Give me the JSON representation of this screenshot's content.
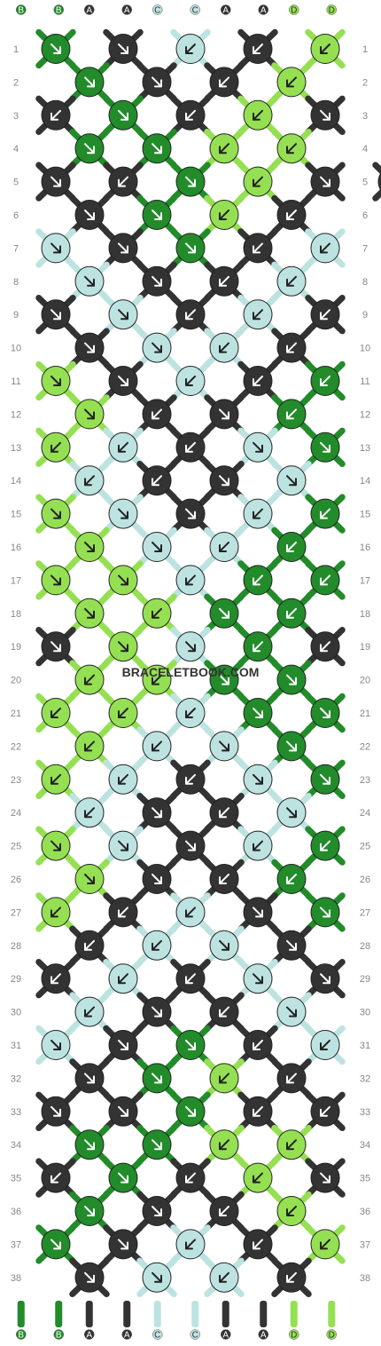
{
  "watermark": "BRACELETBOOK.COM",
  "strands": [
    {
      "label": "B",
      "color": "#228b2a"
    },
    {
      "label": "B",
      "color": "#228b2a"
    },
    {
      "label": "A",
      "color": "#333333"
    },
    {
      "label": "A",
      "color": "#333333"
    },
    {
      "label": "C",
      "color": "#bde3e1"
    },
    {
      "label": "C",
      "color": "#bde3e1"
    },
    {
      "label": "A",
      "color": "#333333"
    },
    {
      "label": "A",
      "color": "#333333"
    },
    {
      "label": "D",
      "color": "#95e052"
    },
    {
      "label": "D",
      "color": "#95e052"
    }
  ],
  "colors": {
    "A": "#333333",
    "B": "#228b2a",
    "C": "#bde3e1",
    "D": "#95e052",
    "row_number": "#888888",
    "background": "#ffffff"
  },
  "row_count": 38,
  "rows": [
    "B>A>C<A<D<",
    "B>A>A<D<",
    "A<B>A<D<A>",
    "B>B>D<D<",
    "A>A<B>D<A>A<",
    "A>B>D<A<",
    "C>A>B>A<C<",
    "C>A>A<C<",
    "A>C>A<C<A<",
    "A>C>C<A<",
    "D>A>C<A<B<",
    "D>A<A>B<",
    "D<C<A<C>B>",
    "C<A<A>C>",
    "D>C>A>C<B<",
    "D>C>C<B<",
    "D>D>C<B<B<",
    "D>D<B>B<",
    "A>D>C>B<A<",
    "D<D<B>B>",
    "D<D<C<B>B>",
    "D<C<C>B>",
    "D<C<A<C>B>",
    "C<A>A<C>",
    "D>C>A>C<B<",
    "D>A>A<B<",
    "D<A<C<A>B>",
    "A<C<C>A>",
    "A<C<A<C>A>",
    "C<A>A<C>",
    "C>A>B>A<C<",
    "A>B>D<A<",
    "A>A>B>A<A<",
    "B>B>D<D<",
    "A<B>A<D<A>",
    "B>A>A<D<",
    "B>A>C<A<D<",
    "A>C>C<A<"
  ],
  "bottom_labels": [
    "B",
    "B",
    "A",
    "A",
    "C",
    "C",
    "A",
    "A",
    "D",
    "D"
  ]
}
